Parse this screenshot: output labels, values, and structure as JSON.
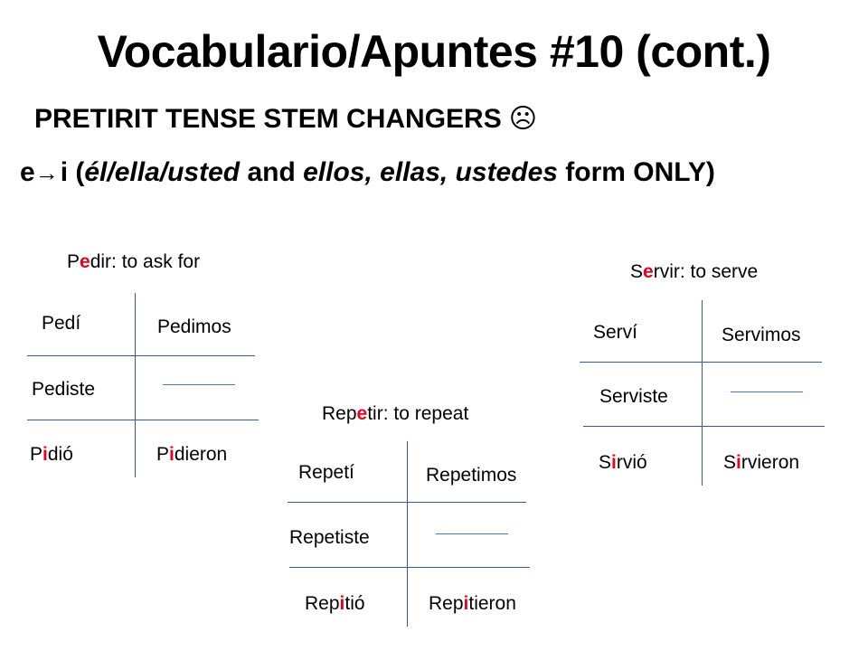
{
  "title": "Vocabulario/Apuntes #10 (cont.)",
  "subtitle": "PRETIRIT TENSE STEM CHANGERS",
  "subtitle_face": "☹",
  "rule": {
    "e": "e",
    "arrow": "→",
    "i": "i",
    "open": " (",
    "singular": "él/ella/usted",
    "and": " and ",
    "plural": "ellos, ellas, ustedes",
    "close": " form ONLY)"
  },
  "verbs": {
    "pedir": {
      "title": {
        "pre": "P",
        "hl": "e",
        "post": "dir: to ask for"
      },
      "yo": "Pedí",
      "nosotros": "Pedimos",
      "tu": "Pediste",
      "el": {
        "pre": "P",
        "hl": "i",
        "post": "dió"
      },
      "ellos": {
        "pre": "P",
        "hl": "i",
        "post": "dieron"
      }
    },
    "repetir": {
      "title": {
        "pre": "Rep",
        "hl": "e",
        "post": "tir: to repeat"
      },
      "yo": "Repetí",
      "nosotros": "Repetimos",
      "tu": "Repetiste",
      "el": {
        "pre": "Rep",
        "hl": "i",
        "post": "tió"
      },
      "ellos": {
        "pre": "Rep",
        "hl": "i",
        "post": "tieron"
      }
    },
    "servir": {
      "title": {
        "pre": "S",
        "hl": "e",
        "post": "rvir: to serve"
      },
      "yo": "Serví",
      "nosotros": "Servimos",
      "tu": "Serviste",
      "el": {
        "pre": "S",
        "hl": "i",
        "post": "rvió"
      },
      "ellos": {
        "pre": "S",
        "hl": "i",
        "post": "rvieron"
      }
    }
  },
  "colors": {
    "highlight": "#e8001c",
    "grid_line": "#3c5a86",
    "text": "#000000"
  }
}
